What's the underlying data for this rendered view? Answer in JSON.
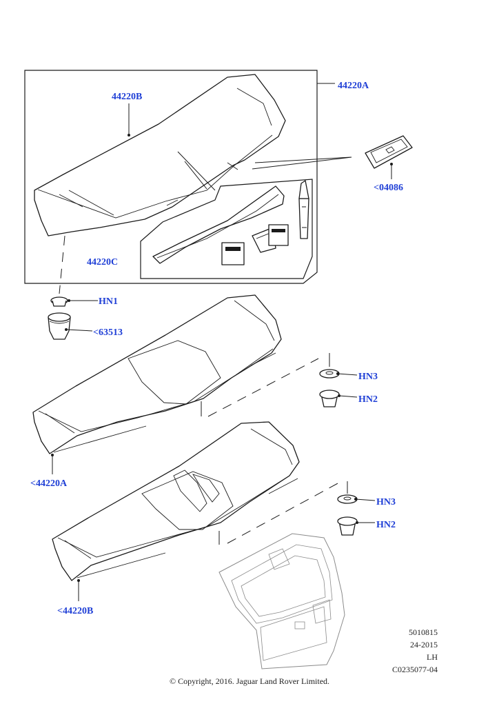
{
  "callouts": {
    "c44220A": "44220A",
    "c44220B": "44220B",
    "c44220C": "44220C",
    "c04086": "<04086",
    "hn1": "HN1",
    "c63513": "<63513",
    "hn3_top": "HN3",
    "hn2_top": "HN2",
    "c44220A_ref": "<44220A",
    "hn3_bottom": "HN3",
    "hn2_bottom": "HN2",
    "c44220B_ref": "<44220B"
  },
  "meta": {
    "doc_number": "5010815",
    "date": "24-2015",
    "side": "LH",
    "code": "C0235077-04"
  },
  "copyright": "© Copyright, 2016. Jaguar Land Rover Limited.",
  "colors": {
    "callout": "#1f3fd6",
    "line": "#1a1a1a"
  }
}
